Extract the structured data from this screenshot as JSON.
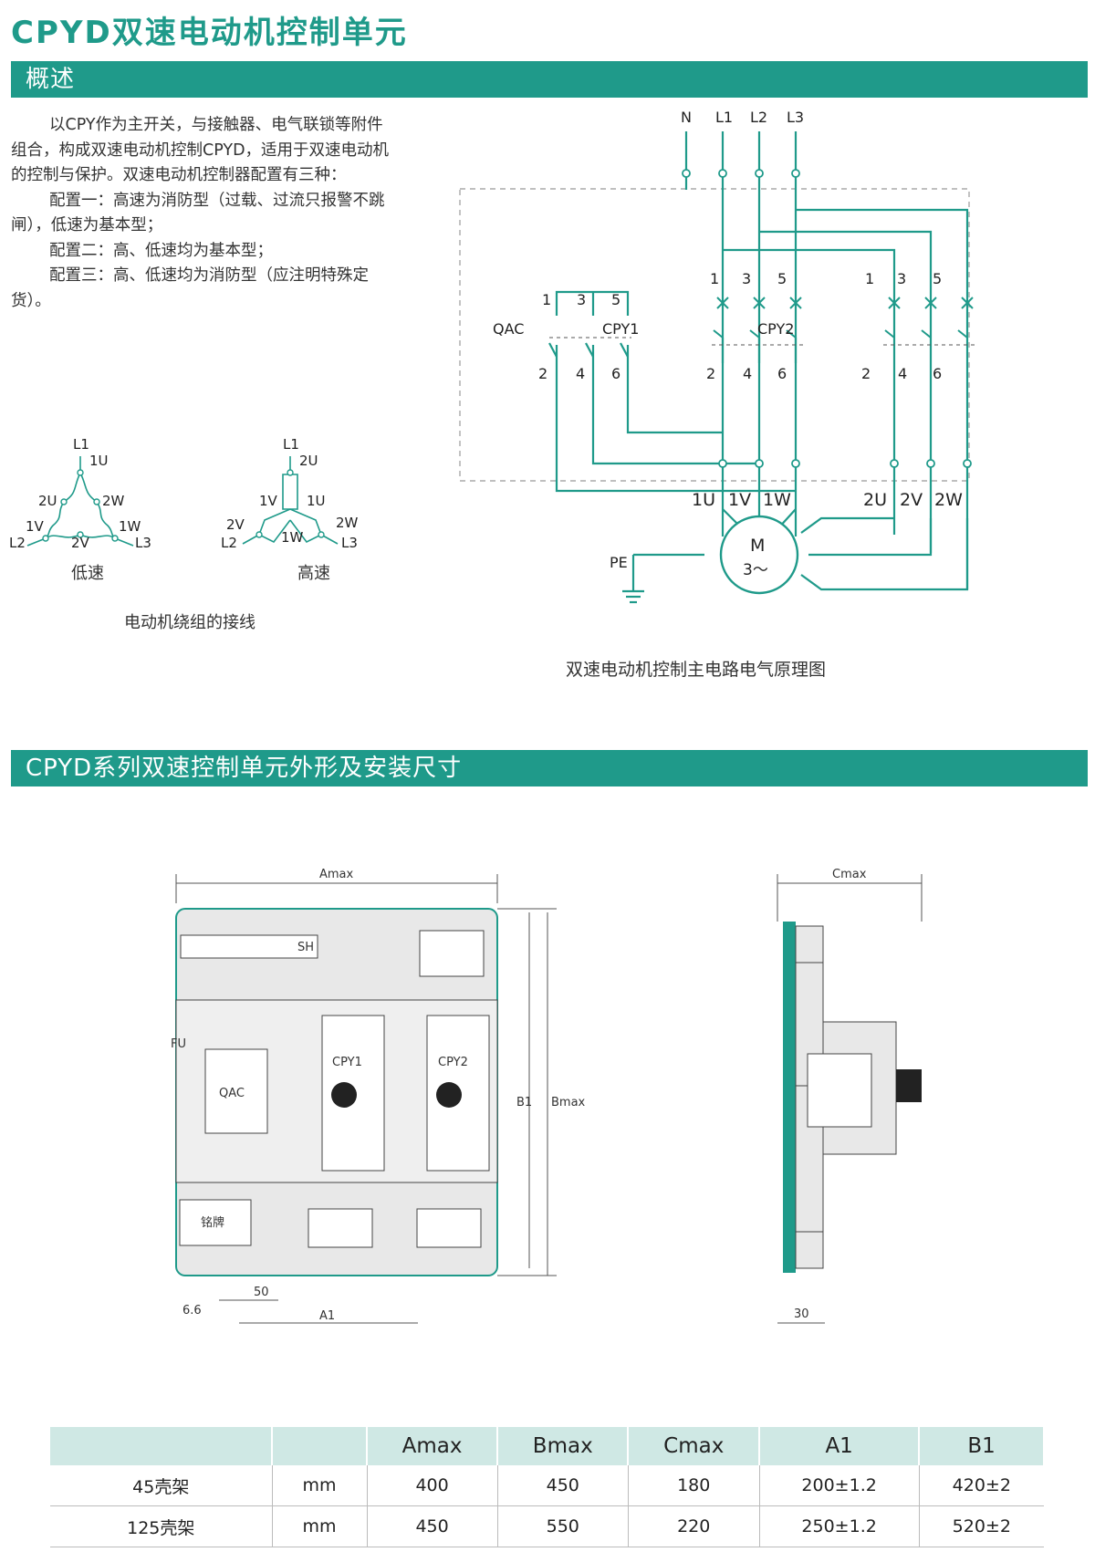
{
  "title": "CPYD双速电动机控制单元",
  "section1": {
    "title": "概述"
  },
  "overview": {
    "p1": "以CPY作为主开关，与接触器、电气联锁等附件组合，构成双速电动机控制CPYD，适用于双速电动机的控制与保护。双速电动机控制器配置有三种：",
    "p2": "配置一：高速为消防型（过载、过流只报警不跳闸），低速为基本型；",
    "p3": "配置二：高、低速均为基本型；",
    "p4": "配置三：高、低速均为消防型（应注明特殊定货）。"
  },
  "winding": {
    "low_label": "低速",
    "high_label": "高速",
    "caption": "电动机绕组的接线",
    "labels": {
      "L1": "L1",
      "L2": "L2",
      "L3": "L3",
      "1U": "1U",
      "1V": "1V",
      "1W": "1W",
      "2U": "2U",
      "2V": "2V",
      "2W": "2W"
    }
  },
  "circuit": {
    "caption": "双速电动机控制主电路电气原理图",
    "N": "N",
    "L1": "L1",
    "L2": "L2",
    "L3": "L3",
    "QAC": "QAC",
    "CPY1": "CPY1",
    "CPY2": "CPY2",
    "t1": "1",
    "t3": "3",
    "t5": "5",
    "t2": "2",
    "t4": "4",
    "t6": "6",
    "U1": "1U",
    "V1": "1V",
    "W1": "1W",
    "U2": "2U",
    "V2": "2V",
    "W2": "2W",
    "PE": "PE",
    "M": "M",
    "phase": "3～"
  },
  "section2": {
    "title": "CPYD系列双速控制单元外形及安装尺寸"
  },
  "drawing": {
    "Amax": "Amax",
    "Bmax": "Bmax",
    "Cmax": "Cmax",
    "A1": "A1",
    "B1": "B1",
    "d50": "50",
    "d66": "6.6",
    "d30": "30",
    "SH": "SH",
    "FU": "FU",
    "QAC": "QAC",
    "CPY1": "CPY1",
    "CPY2": "CPY2",
    "nameplate": "铭牌"
  },
  "table": {
    "headers": [
      "",
      "",
      "Amax",
      "Bmax",
      "Cmax",
      "A1",
      "B1"
    ],
    "rows": [
      [
        "45壳架",
        "mm",
        "400",
        "450",
        "180",
        "200±1.2",
        "420±2"
      ],
      [
        "125壳架",
        "mm",
        "450",
        "550",
        "220",
        "250±1.2",
        "520±2"
      ]
    ]
  },
  "colors": {
    "accent": "#1f9a8a",
    "header_bg": "#cfe8e4"
  }
}
